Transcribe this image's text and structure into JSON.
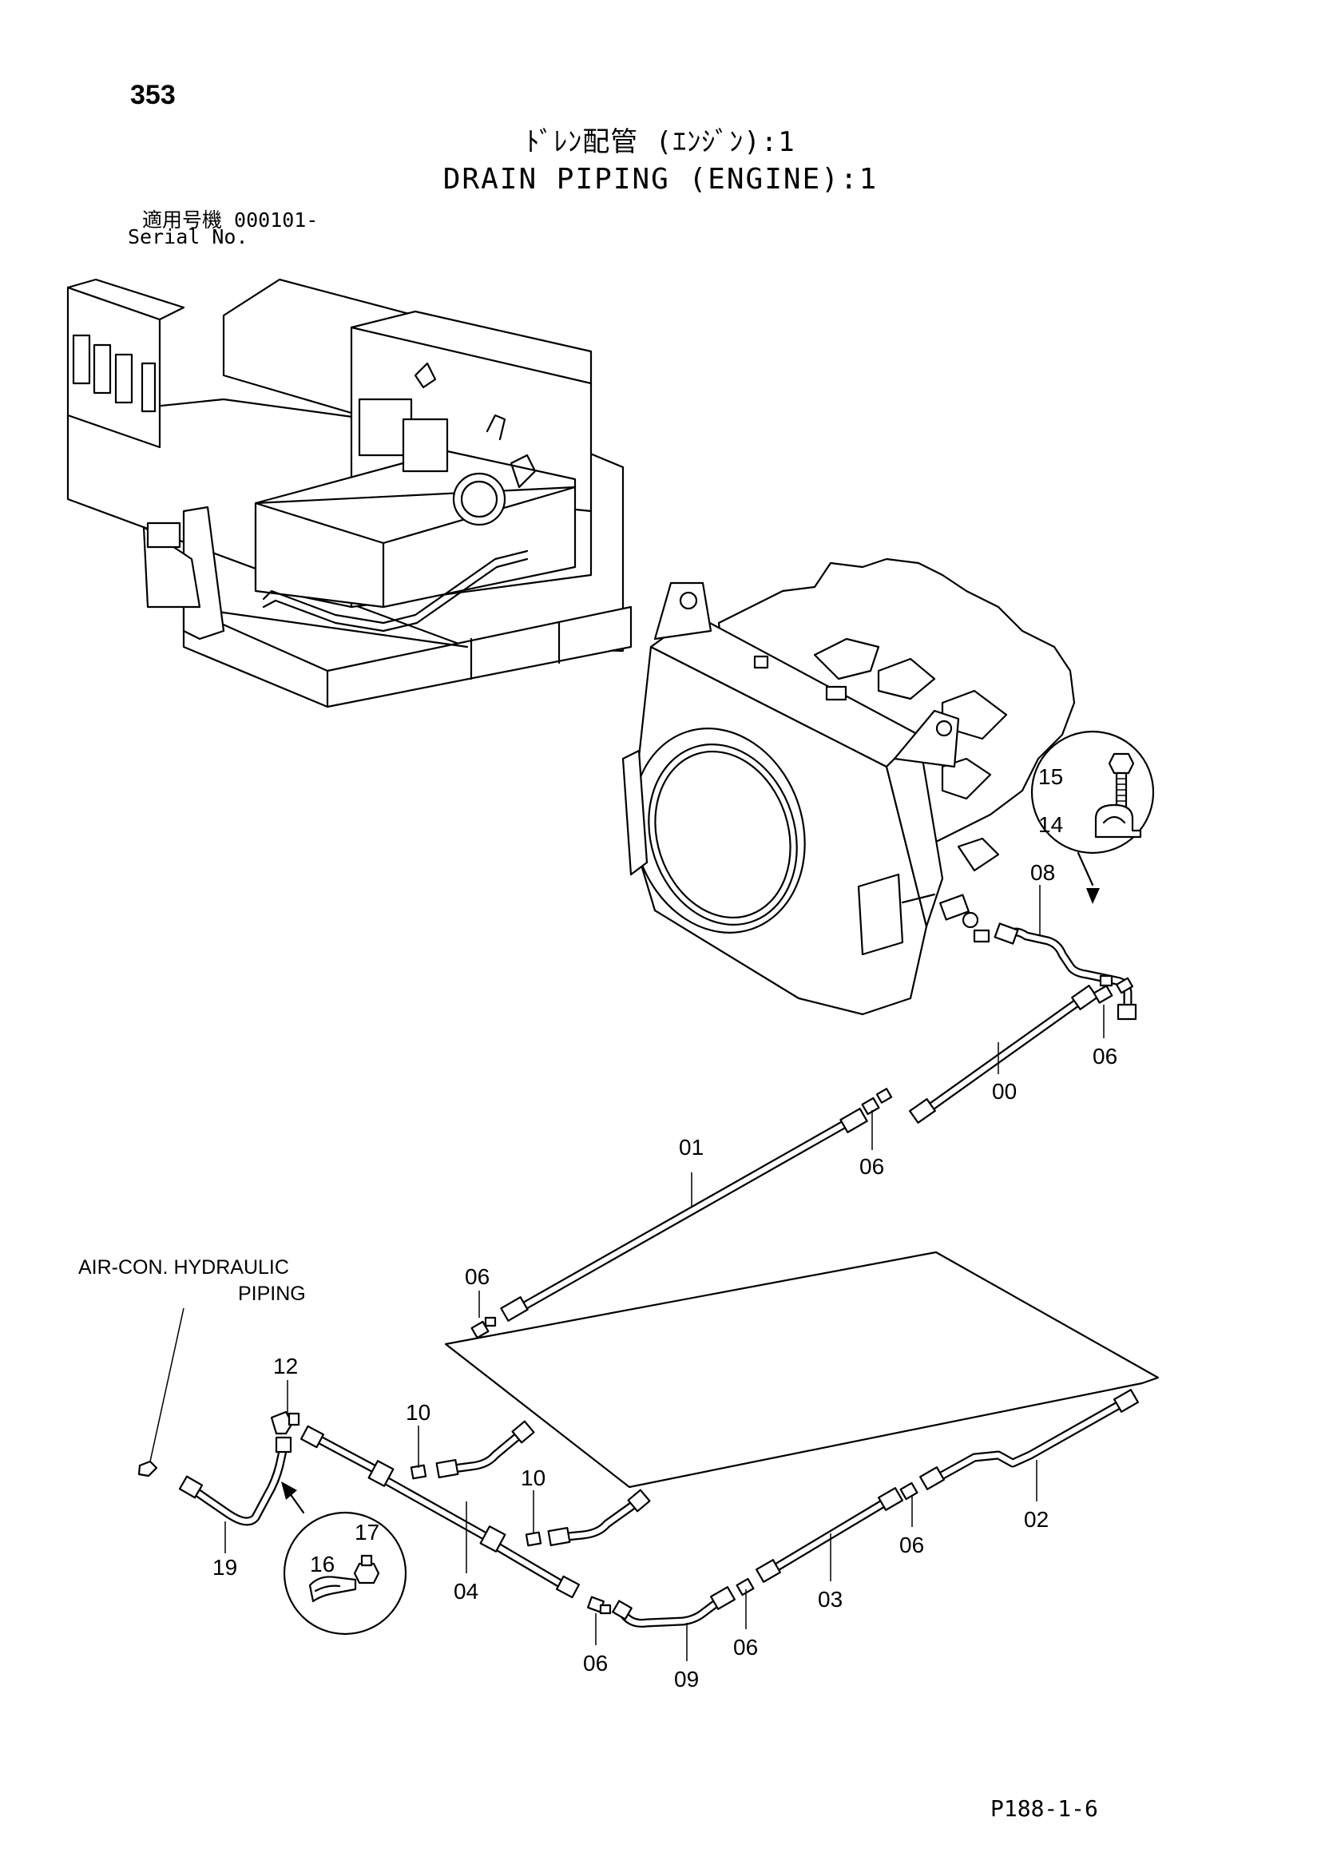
{
  "header": {
    "page_number": "353",
    "title_ja": "ﾄﾞﾚﾝ配管 (ｴﾝｼﾞﾝ):1",
    "title_en": "DRAIN PIPING (ENGINE):1",
    "serial_ja": "適用号機  000101-",
    "serial_en": "Serial No."
  },
  "notes": {
    "aircon_line1": "AIR-CON. HYDRAULIC",
    "aircon_line2": "PIPING"
  },
  "callouts": {
    "c00": "00",
    "c01": "01",
    "c02": "02",
    "c03": "03",
    "c04": "04",
    "c06a": "06",
    "c06b": "06",
    "c06c": "06",
    "c06d": "06",
    "c06e": "06",
    "c06f": "06",
    "c08": "08",
    "c09": "09",
    "c10a": "10",
    "c10b": "10",
    "c12": "12",
    "c14": "14",
    "c15": "15",
    "c16": "16",
    "c17": "17",
    "c19": "19"
  },
  "footer": {
    "figure_code": "P188-1-6"
  }
}
